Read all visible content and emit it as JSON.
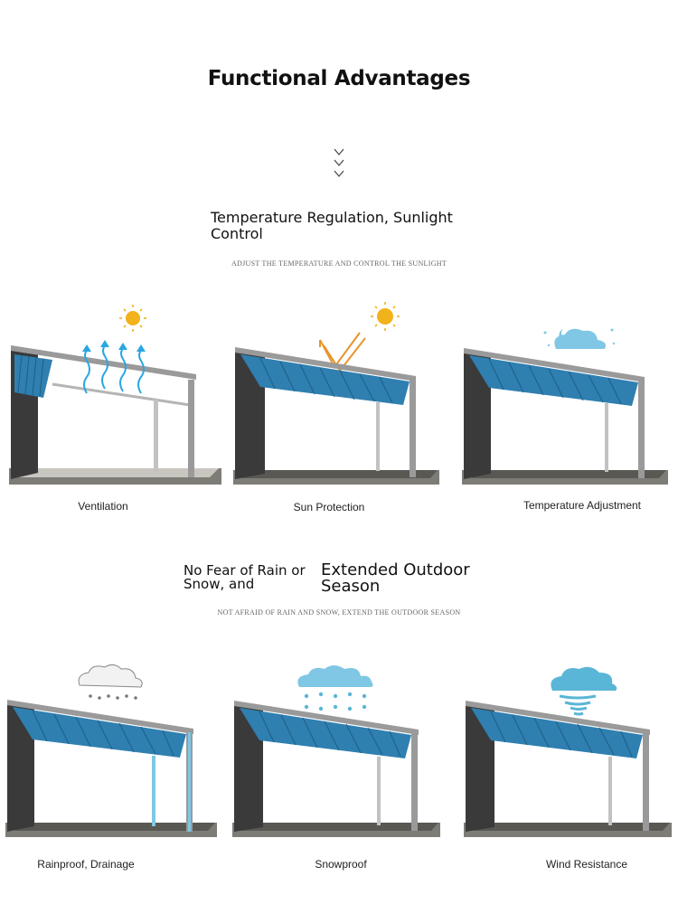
{
  "page_title": "Functional Advantages",
  "section1": {
    "title": "Temperature Regulation, Sunlight Control",
    "subtitle": "ADJUST THE TEMPERATURE AND CONTROL THE SUNLIGHT",
    "items": [
      {
        "label": "Ventilation",
        "icon": "sun-icon"
      },
      {
        "label": "Sun Protection",
        "icon": "sun-icon"
      },
      {
        "label": "Temperature Adjustment",
        "icon": "cloud-moon-icon"
      }
    ]
  },
  "section2": {
    "title_part1": "No Fear of Rain or Snow, and",
    "title_part2": "Extended Outdoor Season",
    "subtitle": "NOT AFRAID OF RAIN AND SNOW, EXTEND THE OUTDOOR SEASON",
    "items": [
      {
        "label": "Rainproof, Drainage",
        "icon": "rain-cloud-icon"
      },
      {
        "label": "Snowproof",
        "icon": "snow-cloud-icon"
      },
      {
        "label": "Wind Resistance",
        "icon": "tornado-cloud-icon"
      }
    ]
  },
  "colors": {
    "louver_blue": "#2f7fb0",
    "wall": "#3a3a3a",
    "frame": "#9a9a9a",
    "floor": "#7e7c77",
    "icon_blue": "#5ab6d6",
    "sun": "#f2b21b"
  }
}
